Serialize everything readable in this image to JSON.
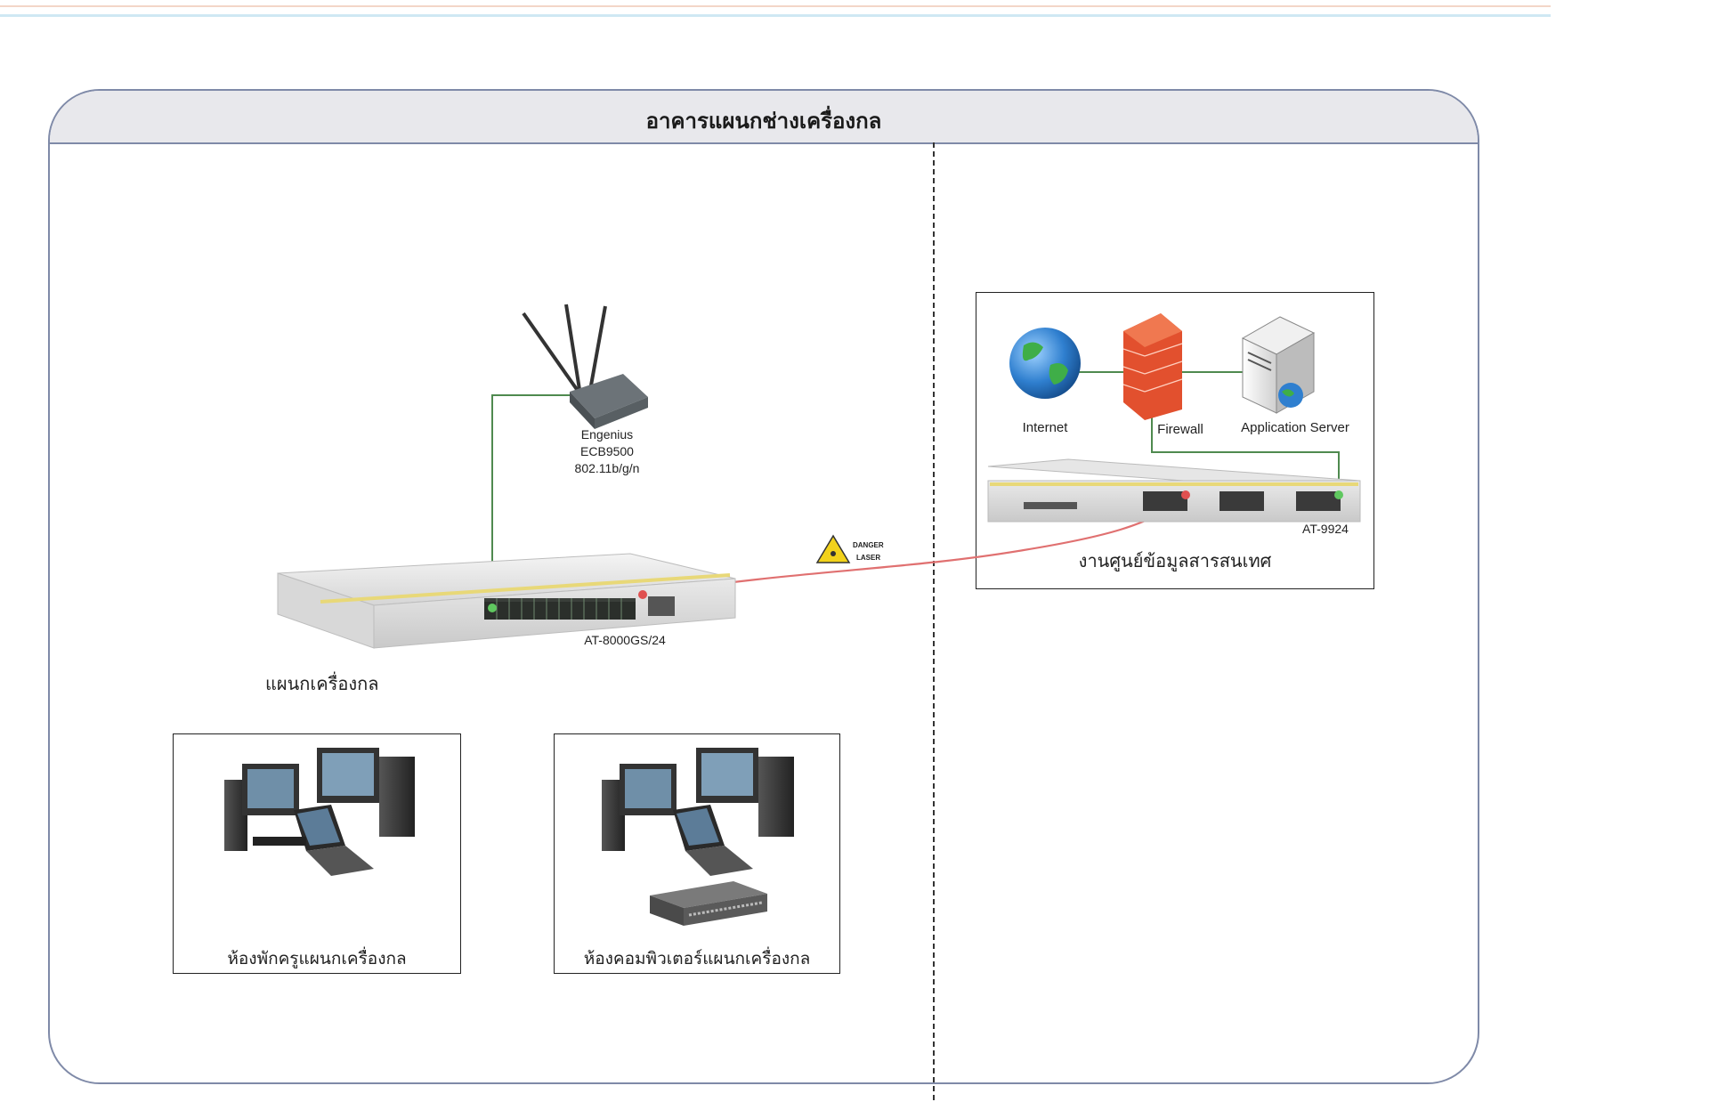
{
  "building_title": "อาคารแผนกช่างเครื่องกล",
  "wireless_ap": {
    "brand": "Engenius",
    "model": "ECB9500",
    "standard": "802.11b/g/n"
  },
  "main_switch": {
    "model": "AT-8000GS/24"
  },
  "department_label": "แผนกเครื่องกล",
  "laser_warning": {
    "line1": "DANGER",
    "line2": "LASER"
  },
  "data_center": {
    "internet_label": "Internet",
    "firewall_label": "Firewall",
    "server_label": "Application Server",
    "core_switch_model": "AT-9924",
    "section_label": "งานศูนย์ข้อมูลสารสนเทศ"
  },
  "rooms": [
    {
      "label": "ห้องพักครูแผนกเครื่องกล"
    },
    {
      "label": "ห้องคอมพิวเตอร์แผนกเครื่องกล"
    }
  ],
  "colors": {
    "frame_border": "#7f8aa8",
    "header_fill": "#e8e8ec",
    "uplink_green": "#4f8a4f",
    "fiber_red": "#e07070",
    "firewall_red": "#e2502e",
    "globe_blue": "#2f7fcf"
  }
}
